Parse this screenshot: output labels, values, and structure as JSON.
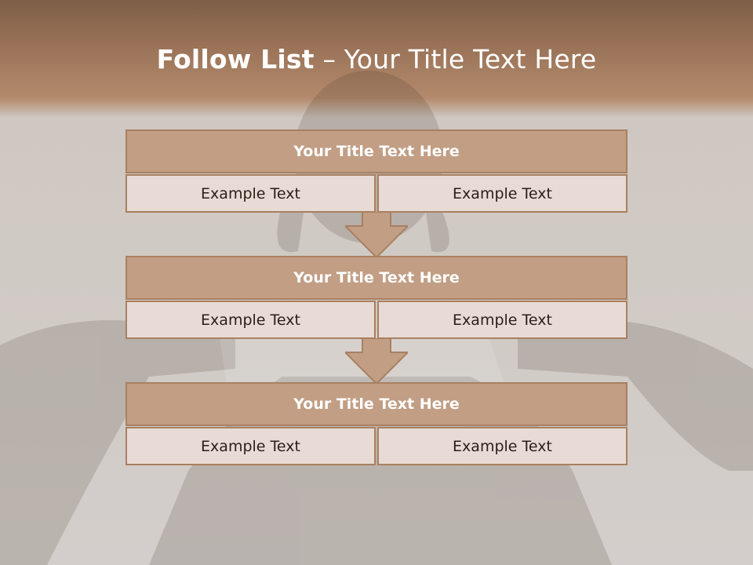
{
  "slide": {
    "title_bold": "Follow List",
    "title_rest": " – Your Title Text Here",
    "colors": {
      "header_band": "#9a7358",
      "box_head": "#c19e84",
      "box_border": "#a98061",
      "cell": "#e8dbd5"
    }
  },
  "steps": [
    {
      "title": "Your Title Text Here",
      "left": "Example Text",
      "right": "Example Text"
    },
    {
      "title": "Your Title Text Here",
      "left": "Example Text",
      "right": "Example Text"
    },
    {
      "title": "Your Title Text Here",
      "left": "Example Text",
      "right": "Example Text"
    }
  ]
}
